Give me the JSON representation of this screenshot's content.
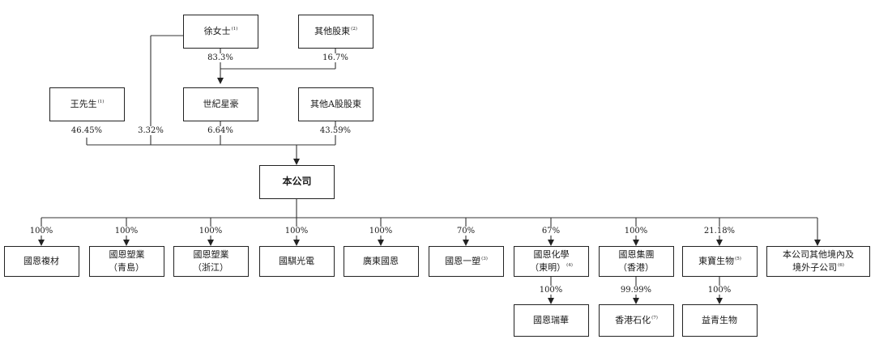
{
  "shareholders": {
    "xu": {
      "label": "徐女士",
      "note": "(1)"
    },
    "other_holders": {
      "label": "其他股東",
      "note": "(2)"
    },
    "wang": {
      "label": "王先生",
      "note": "(1)"
    },
    "shijixinghao": {
      "label": "世紀星豪",
      "note": ""
    },
    "other_a_holders": {
      "label": "其他A股股東",
      "note": ""
    }
  },
  "percentages": {
    "xu_to_shiji": "83.3%",
    "other_to_shiji": "16.7%",
    "wang_to_company": "46.45%",
    "xu_to_company": "3.32%",
    "shiji_to_company": "6.64%",
    "other_a_to_company": "43.59%"
  },
  "company": {
    "label": "本公司"
  },
  "subsidiaries": [
    {
      "label": "國恩複材",
      "note": "",
      "pct": "100%"
    },
    {
      "label": "國恩塑業\n（青島）",
      "note": "",
      "pct": "100%"
    },
    {
      "label": "國恩塑業\n（浙江）",
      "note": "",
      "pct": "100%"
    },
    {
      "label": "國騏光電",
      "note": "",
      "pct": "100%"
    },
    {
      "label": "廣東國恩",
      "note": "",
      "pct": "100%"
    },
    {
      "label": "國恩一塑",
      "note": "(3)",
      "pct": "70%"
    },
    {
      "label": "國恩化學\n（東明）",
      "note": "(4)",
      "pct": "67%"
    },
    {
      "label": "國恩集團\n（香港）",
      "note": "",
      "pct": "100%"
    },
    {
      "label": "東寶生物",
      "note": "(5)",
      "pct": "21.18%"
    },
    {
      "label": "本公司其他境內及\n境外子公司",
      "note": "(6)",
      "pct": ""
    }
  ],
  "sub_subsidiaries": [
    {
      "label": "國恩瑞華",
      "note": "",
      "pct": "100%"
    },
    {
      "label": "香港石化",
      "note": "(7)",
      "pct": "99.99%"
    },
    {
      "label": "益青生物",
      "note": "",
      "pct": "100%"
    }
  ]
}
